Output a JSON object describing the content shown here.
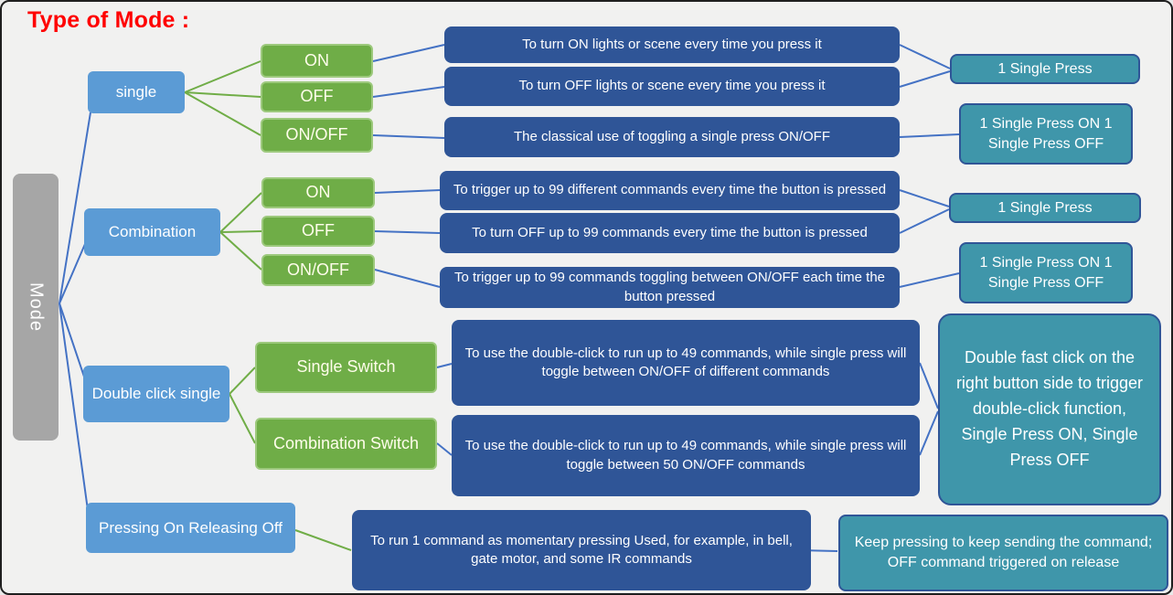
{
  "title": "Type of Mode :",
  "root_label": "Mode",
  "colors": {
    "title_red": "#ff0000",
    "root_gray": "#a6a6a6",
    "branch_blue": "#5b9bd5",
    "option_green": "#6fad47",
    "desc_navy": "#2f5597",
    "result_teal": "#3f96aa",
    "line_blue": "#4472c4",
    "line_green": "#70ad47"
  },
  "branches": [
    {
      "label": "single",
      "options": [
        {
          "label": "ON",
          "desc": "To turn ON lights or scene every  time you press it"
        },
        {
          "label": "OFF",
          "desc": "To turn OFF  lights or scene  every time you  press it"
        },
        {
          "label": "ON/OFF",
          "desc": "The classical  use of toggling a single press  ON/OFF"
        }
      ],
      "results": [
        "1 Single Press",
        "1 Single Press ON 1 Single Press  OFF"
      ]
    },
    {
      "label": "Combination",
      "options": [
        {
          "label": "ON",
          "desc": "To trigger up to 99 different commands  every time the button is  pressed"
        },
        {
          "label": "OFF",
          "desc": "To turn OFF up  to 99 commands  every time the  button is  pressed"
        },
        {
          "label": "ON/OFF",
          "desc": "To trigger up to  99 commands  toggling between ON/OFF each  time the button  pressed"
        }
      ],
      "results": [
        "1 Single Press",
        "1 Single Press ON 1 Single Press  OFF"
      ]
    },
    {
      "label": "Double click single",
      "options": [
        {
          "label": "Single Switch",
          "desc": "To use the  double-click to  run up to 49  commands, while single  press will toggle between  ON/OFF of different commands"
        },
        {
          "label": "Combination Switch",
          "desc": "To use the  double-click to  run up to 49  commands, while single  press will toggle between 50  ON/OFF commands"
        }
      ],
      "results": [
        "Double fast click on the right button side to trigger double-click function, Single  Press ON, Single  Press OFF"
      ]
    },
    {
      "label": "Pressing On Releasing Off",
      "options": [
        {
          "label": "",
          "desc": "To run 1  command as  momentary pressing Used, for example, in bell, gate motor, and some IR commands"
        }
      ],
      "results": [
        "Keep pressing to keep sending the command; OFF command triggered on release"
      ]
    }
  ]
}
